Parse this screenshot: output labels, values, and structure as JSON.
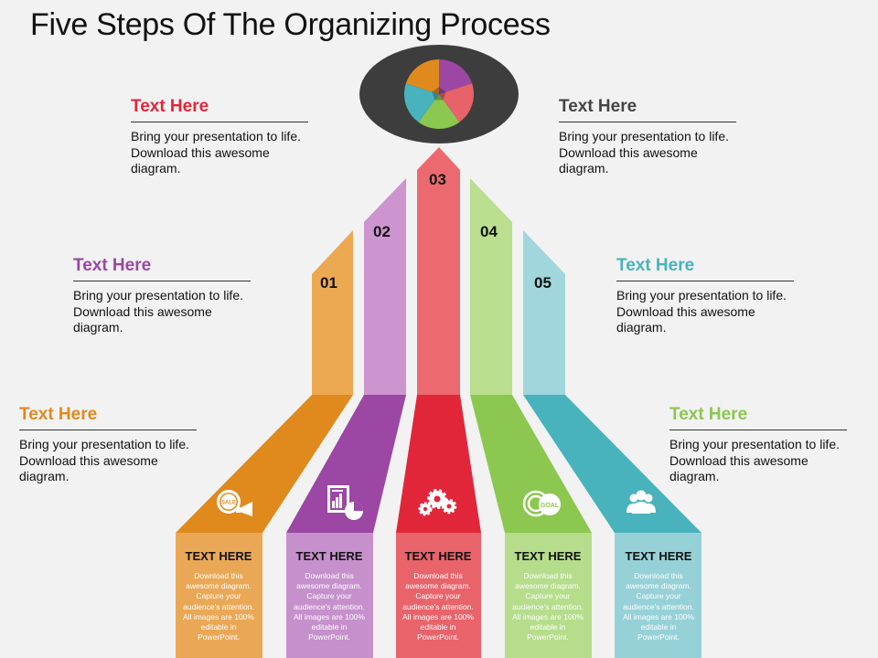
{
  "title": "Five Steps Of The Organizing Process",
  "colors": {
    "orange": "#e08a1e",
    "orange_light": "#eda952",
    "orange_card": "#eaa856",
    "purple": "#9b47a3",
    "purple_light": "#cd94d0",
    "purple_card": "#c690cc",
    "red": "#e2263a",
    "red_light": "#ec6a6f",
    "red_card": "#e9636a",
    "green": "#8cc74f",
    "green_light": "#b9df8f",
    "green_card": "#b5dd8b",
    "teal": "#48b3bd",
    "teal_light": "#a1d6dc",
    "teal_card": "#97d1d8",
    "oval": "#3d3d3d"
  },
  "steps": [
    {
      "number": "01",
      "icon": "sale-badge-megaphone-icon",
      "card_title": "TEXT HERE",
      "card_text": "Download this awesome diagram. Capture your audience's attention. All images are 100% editable in PowerPoint."
    },
    {
      "number": "02",
      "icon": "report-chart-icon",
      "card_title": "TEXT HERE",
      "card_text": "Download this awesome diagram. Capture your audience's attention. All images are 100% editable in PowerPoint."
    },
    {
      "number": "03",
      "icon": "gears-icon",
      "card_title": "TEXT HERE",
      "card_text": "Download this awesome diagram. Capture your audience's attention. All images are 100% editable in PowerPoint."
    },
    {
      "number": "04",
      "icon": "goal-target-icon",
      "card_title": "TEXT HERE",
      "card_text": "Download this awesome diagram. Capture your audience's attention. All images are 100% editable in PowerPoint."
    },
    {
      "number": "05",
      "icon": "team-people-icon",
      "card_title": "TEXT HERE",
      "card_text": "Download this awesome diagram. Capture your audience's attention. All images are 100% editable in PowerPoint."
    }
  ],
  "callouts": [
    {
      "heading": "Text Here",
      "body": "Bring your presentation to life. Download this awesome diagram.",
      "color": "#e08a1e"
    },
    {
      "heading": "Text Here",
      "body": "Bring your presentation to life. Download this awesome diagram.",
      "color": "#9b47a3"
    },
    {
      "heading": "Text Here",
      "body": "Bring your presentation to life. Download this awesome diagram.",
      "color": "#e2263a"
    },
    {
      "heading": "Text Here",
      "body": "Bring your presentation to life. Download this awesome diagram.",
      "color": "#444444"
    },
    {
      "heading": "Text Here",
      "body": "Bring your presentation to life. Download this awesome diagram.",
      "color": "#48b3bd"
    },
    {
      "heading": "Text Here",
      "body": "Bring your presentation to life. Download this awesome diagram.",
      "color": "#8cc74f"
    }
  ],
  "sale_badge_text": "SALE",
  "goal_text": "GOAL"
}
